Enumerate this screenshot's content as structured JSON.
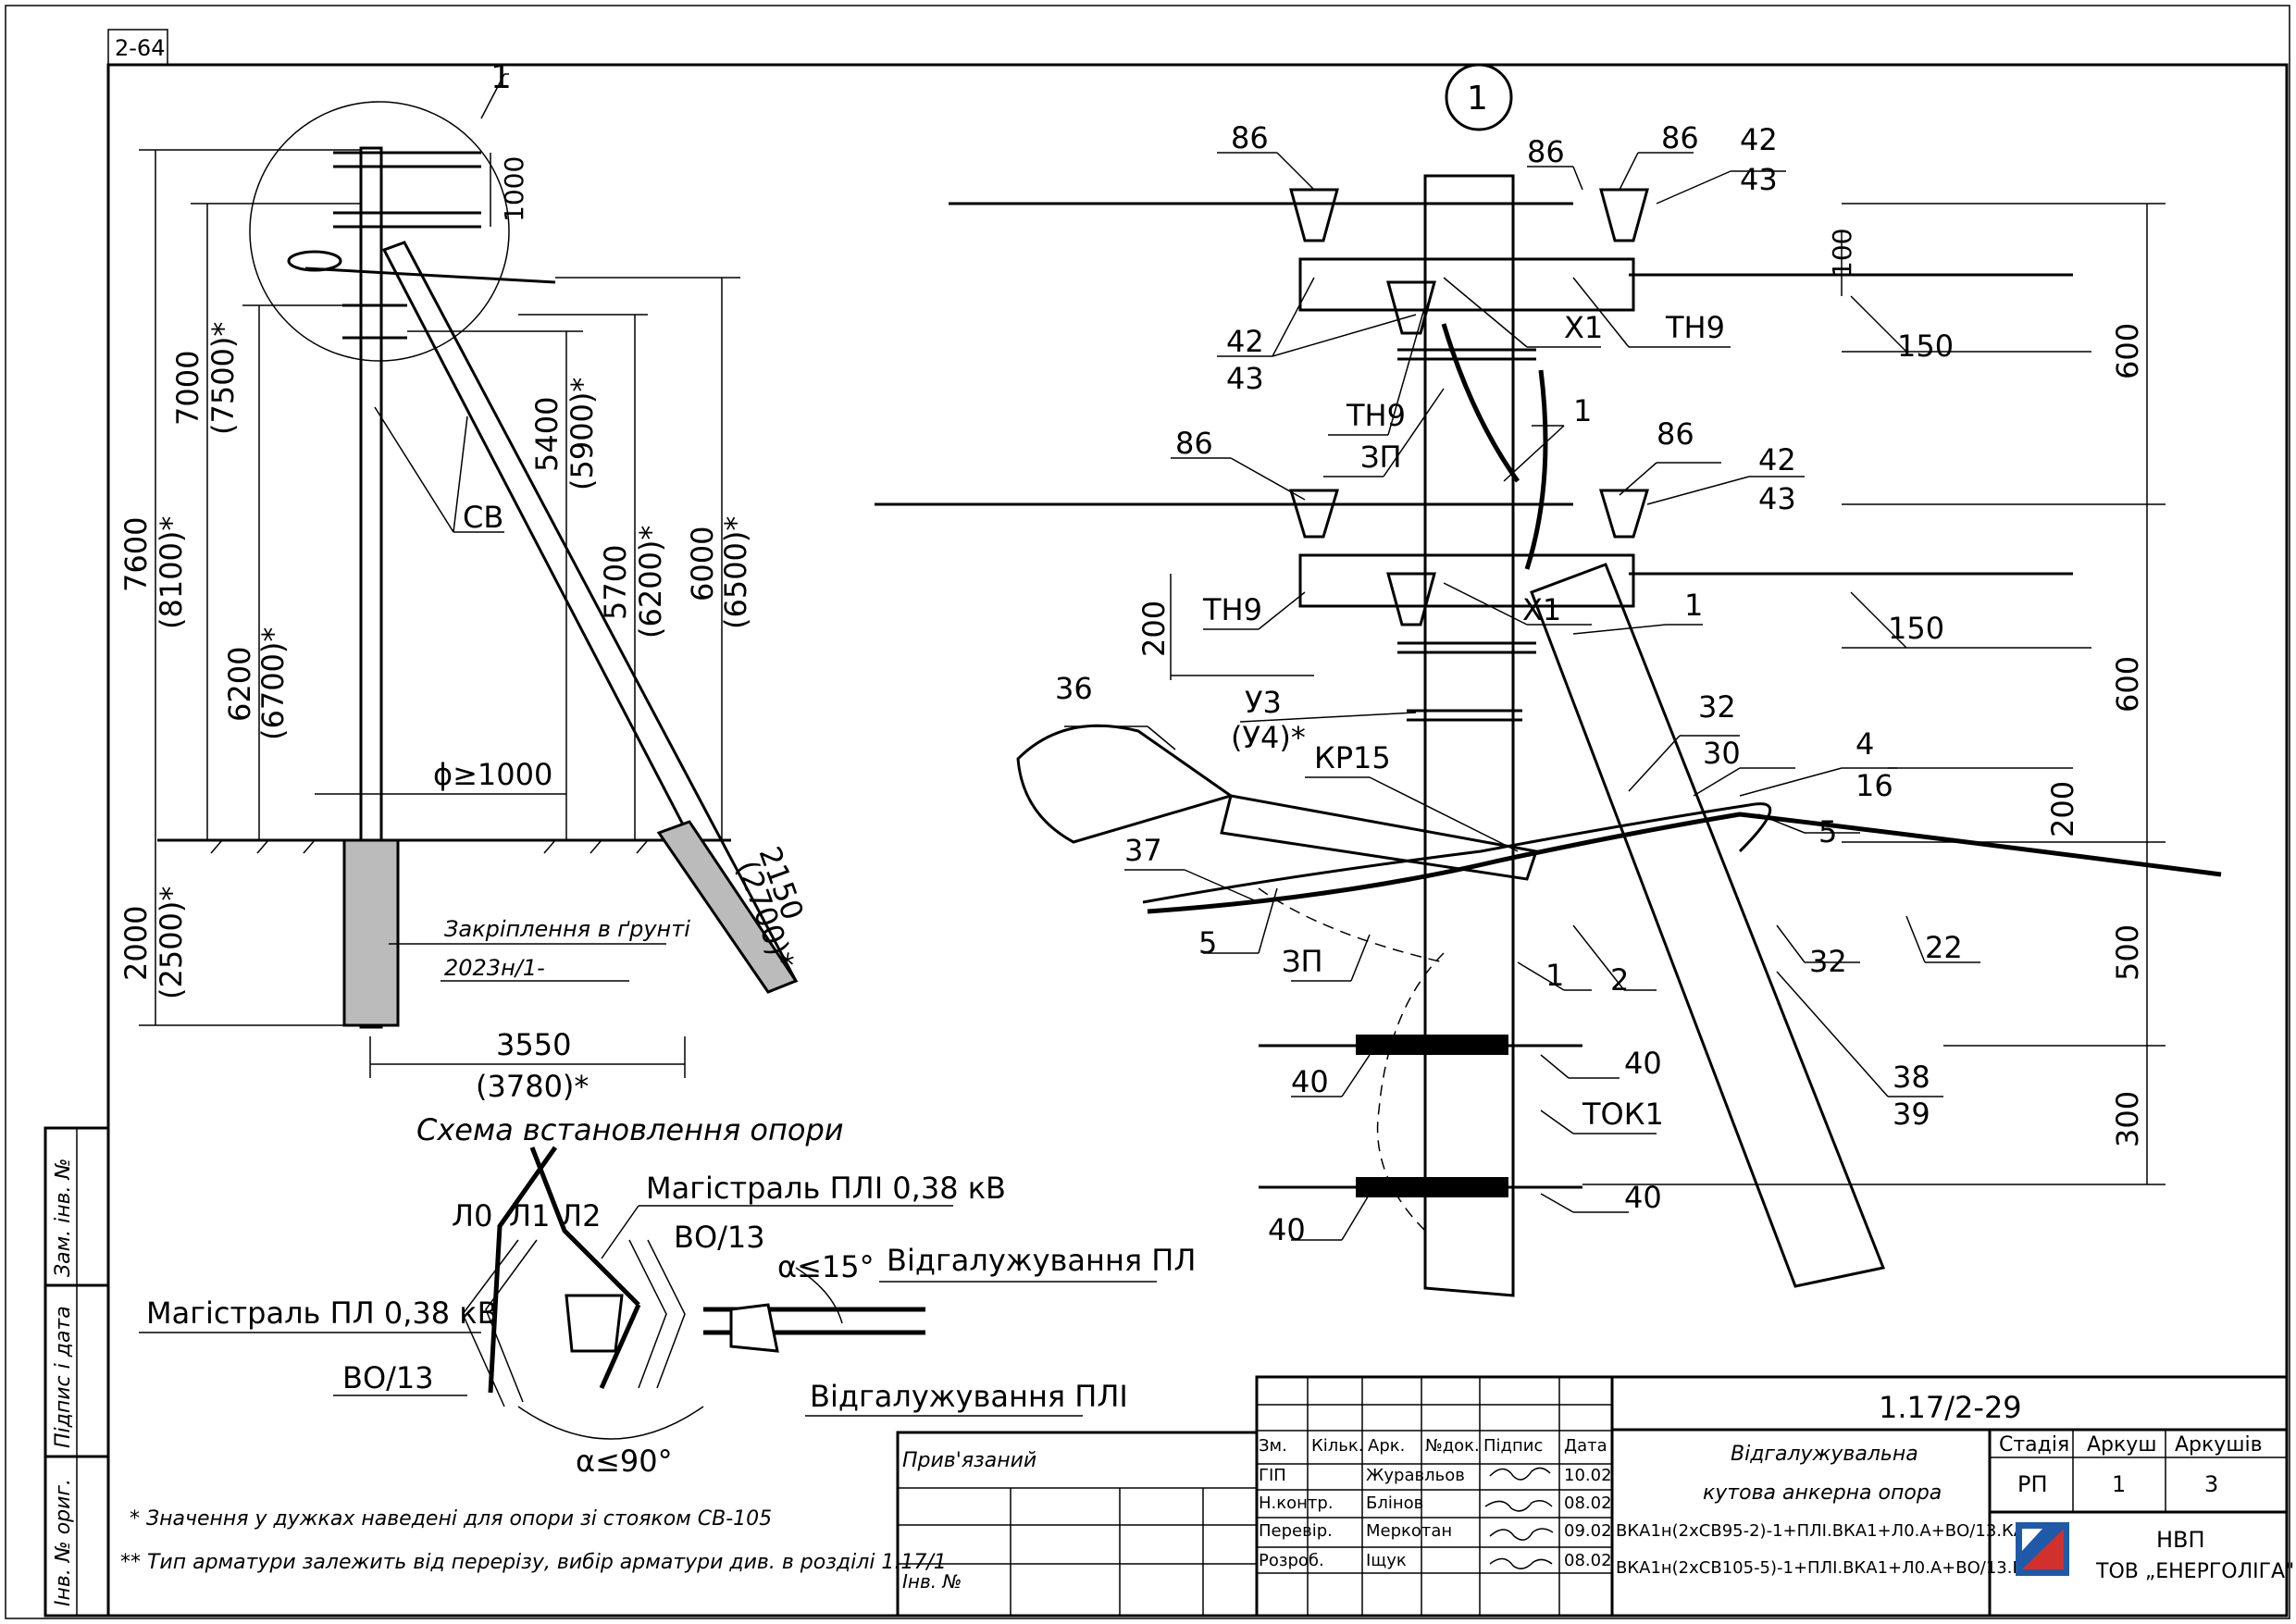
{
  "sheet_code": "2-64",
  "left_view": {
    "node_ref": "1",
    "caption": "Схема встановлення опори",
    "dims": {
      "d1000": "1000",
      "d7600": "7600",
      "d8100": "(8100)*",
      "d7000": "7000",
      "d7500": "(7500)*",
      "d6200": "6200",
      "d6700": "(6700)*",
      "d5400": "5400",
      "d5900": "(5900)*",
      "d5700": "5700",
      "d6200b": "(6200)*",
      "d6000": "6000",
      "d6500": "(6500)*",
      "d2000": "2000",
      "d2500": "(2500)*",
      "d2150": "2150",
      "d2700": "(2700)*",
      "d3550": "3550",
      "d3780": "(3780)*",
      "phi": "ϕ≥1000"
    },
    "sv_label": "СВ",
    "ground_note": "Закріплення в ґрунті",
    "ground_code": "2023н/1-"
  },
  "plan_view": {
    "l0": "Л0",
    "l1": "Л1",
    "l2": "Л2",
    "main_pli": "Магістраль ПЛІ 0,38 кВ",
    "main_pl": "Магістраль ПЛ 0,38 кВ",
    "vo_top": "ВО/13",
    "vo_bottom": "ВО/13",
    "angle15": "α≤15°",
    "angle90": "α≤90°",
    "branch_pl": "Відгалужування ПЛ",
    "branch_pli": "Відгалужування ПЛІ"
  },
  "notes": [
    "* Значення у дужках наведені для опори зі стояком СВ-105",
    "** Тип арматури залежить від перерізу, вибір арматури див. в розділі 1.17/1"
  ],
  "detail_view": {
    "node_ref": "1",
    "labels": {
      "p86a": "86",
      "p86b": "86",
      "p86c": "86",
      "p86d": "86",
      "p86e": "86",
      "p42a": "42",
      "p43a": "43",
      "p42b": "42",
      "p43b": "43",
      "p42c": "42",
      "p43c": "43",
      "x1a": "X1",
      "x1b": "X1",
      "th9a": "ТН9",
      "th9b": "ТН9",
      "th9c": "ТН9",
      "zp1": "ЗП",
      "zp2": "ЗП",
      "one1": "1",
      "one2": "1",
      "one3": "1",
      "u3": "У3",
      "u4": "(У4)*",
      "p36": "36",
      "kp15": "КР15",
      "p37": "37",
      "p5a": "5",
      "p5b": "5",
      "p32a": "32",
      "p32b": "32",
      "p30": "30",
      "p4": "4",
      "p16": "16",
      "p2": "2",
      "p22": "22",
      "p38": "38",
      "p39": "39",
      "p40a": "40",
      "p40b": "40",
      "p40c": "40",
      "p40d": "40",
      "tok1": "ТОК1",
      "d100": "100",
      "d150a": "150",
      "d150b": "150",
      "d600a": "600",
      "d600b": "600",
      "d200a": "200",
      "d200b": "200",
      "d500": "500",
      "d300": "300"
    }
  },
  "title_block": {
    "code": "1.17/2-29",
    "attached": "Прив'язаний",
    "inv_no": "Інв. №",
    "col_heads": [
      "Зм.",
      "Кільк.",
      "Арк.",
      "№док.",
      "Підпис",
      "Дата"
    ],
    "rows": [
      {
        "role": "ГІП",
        "name": "Журавльов",
        "date": "10.02"
      },
      {
        "role": "Н.контр.",
        "name": "Блінов",
        "date": "08.02"
      },
      {
        "role": "Перевір.",
        "name": "Меркотан",
        "date": "09.02"
      },
      {
        "role": "Розроб.",
        "name": "Іщук",
        "date": "08.02"
      }
    ],
    "title_lines": [
      "Відгалужувальна",
      "кутова анкерна опора",
      "ВКА1н(2хСВ95-2)-1+ПЛІ.ВКА1+Л0.А+ВО/13.КА4",
      "ВКА1н(2хСВ105-5)-1+ПЛІ.ВКА1+Л0.А+ВО/13.КА4"
    ],
    "stage_head": "Стадія",
    "sheet_head": "Аркуш",
    "sheets_head": "Аркушів",
    "stage": "РП",
    "sheet": "1",
    "sheets": "3",
    "org_line1": "НВП",
    "org_line2": "ТОВ „ЕНЕРГОЛІГА\""
  },
  "side_stamp": [
    "Зам. інв. №",
    "Підпис і дата",
    "Інв. № ориг."
  ]
}
